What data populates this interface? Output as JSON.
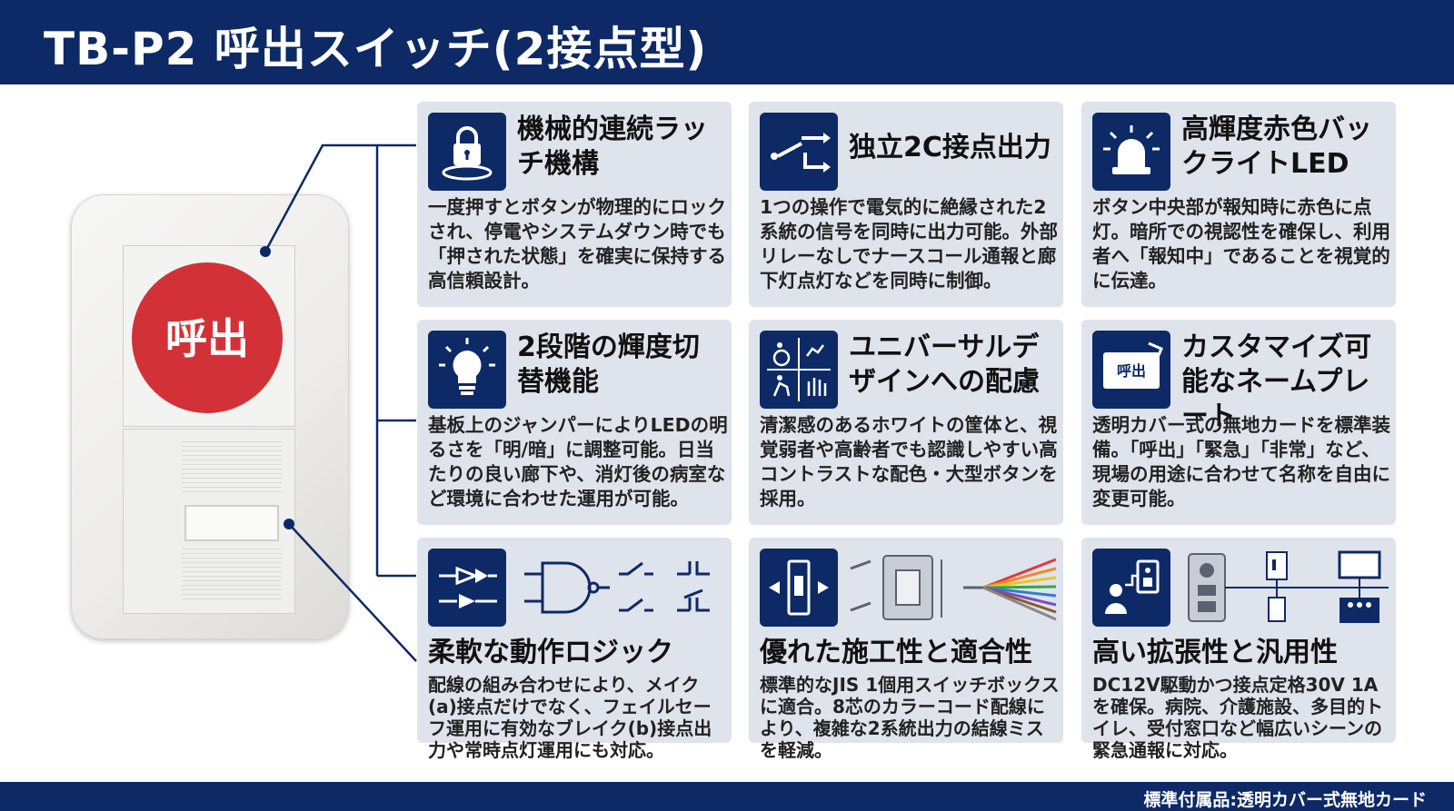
{
  "header": {
    "title": "TB-P2 呼出スイッチ(2接点型)"
  },
  "product": {
    "button_label": "呼出"
  },
  "footer": {
    "note": "標準付属品:透明カバー式無地カード"
  },
  "colors": {
    "navy": "#0d2a66",
    "card": "#dfe3ec",
    "red": "#d23237"
  },
  "cards": [
    {
      "icon": "lock-icon",
      "title": "機械的連続ラッチ機構",
      "desc": "一度押すとボタンが物理的にロックされ、停電やシステムダウン時でも「押された状態」を確実に保持する高信頼設計。"
    },
    {
      "icon": "contact-switch-icon",
      "title": "独立2C接点出力",
      "desc": "1つの操作で電気的に絶縁された2系統の信号を同時に出力可能。外部リレーなしでナースコール通報と廊下灯点灯などを同時に制御。"
    },
    {
      "icon": "beacon-icon",
      "title": "高輝度赤色バックライトLED",
      "desc": "ボタン中央部が報知時に赤色に点灯。暗所での視認性を確保し、利用者へ「報知中」であることを視覚的に伝達。"
    },
    {
      "icon": "lightbulb-icon",
      "title": "2段階の輝度切替機能",
      "desc": "基板上のジャンパーによりLEDの明るさを「明/暗」に調整可能。日当たりの良い廊下や、消灯後の病室など環境に合わせた運用が可能。"
    },
    {
      "icon": "accessibility-icon",
      "title": "ユニバーサルデザインへの配慮",
      "desc": "清潔感のあるホワイトの筐体と、視覚弱者や高齢者でも認識しやすい高コントラストな配色・大型ボタンを採用。"
    },
    {
      "icon": "nameplate-icon",
      "title": "カスタマイズ可能なネームプレート",
      "icon_text": "呼出",
      "desc": "透明カバー式の無地カードを標準装備。「呼出」「緊急」「非常」など、現場の用途に合わせて名称を自由に変更可能。"
    },
    {
      "icon": "logic-gate-icon",
      "title": "柔軟な動作ロジック",
      "desc": "配線の組み合わせにより、メイク(a)接点だけでなく、フェイルセーフ運用に有効なブレイク(b)接点出力や常時点灯運用にも対応。"
    },
    {
      "icon": "installation-icon",
      "title": "優れた施工性と適合性",
      "desc": "標準的なJIS 1個用スイッチボックスに適合。8芯のカラーコード配線により、複雑な2系統出力の結線ミスを軽減。"
    },
    {
      "icon": "network-icon",
      "title": "高い拡張性と汎用性",
      "desc": "DC12V駆動かつ接点定格30V 1Aを確保。病院、介護施設、多目的トイレ、受付窓口など幅広いシーンの緊急通報に対応。"
    }
  ]
}
